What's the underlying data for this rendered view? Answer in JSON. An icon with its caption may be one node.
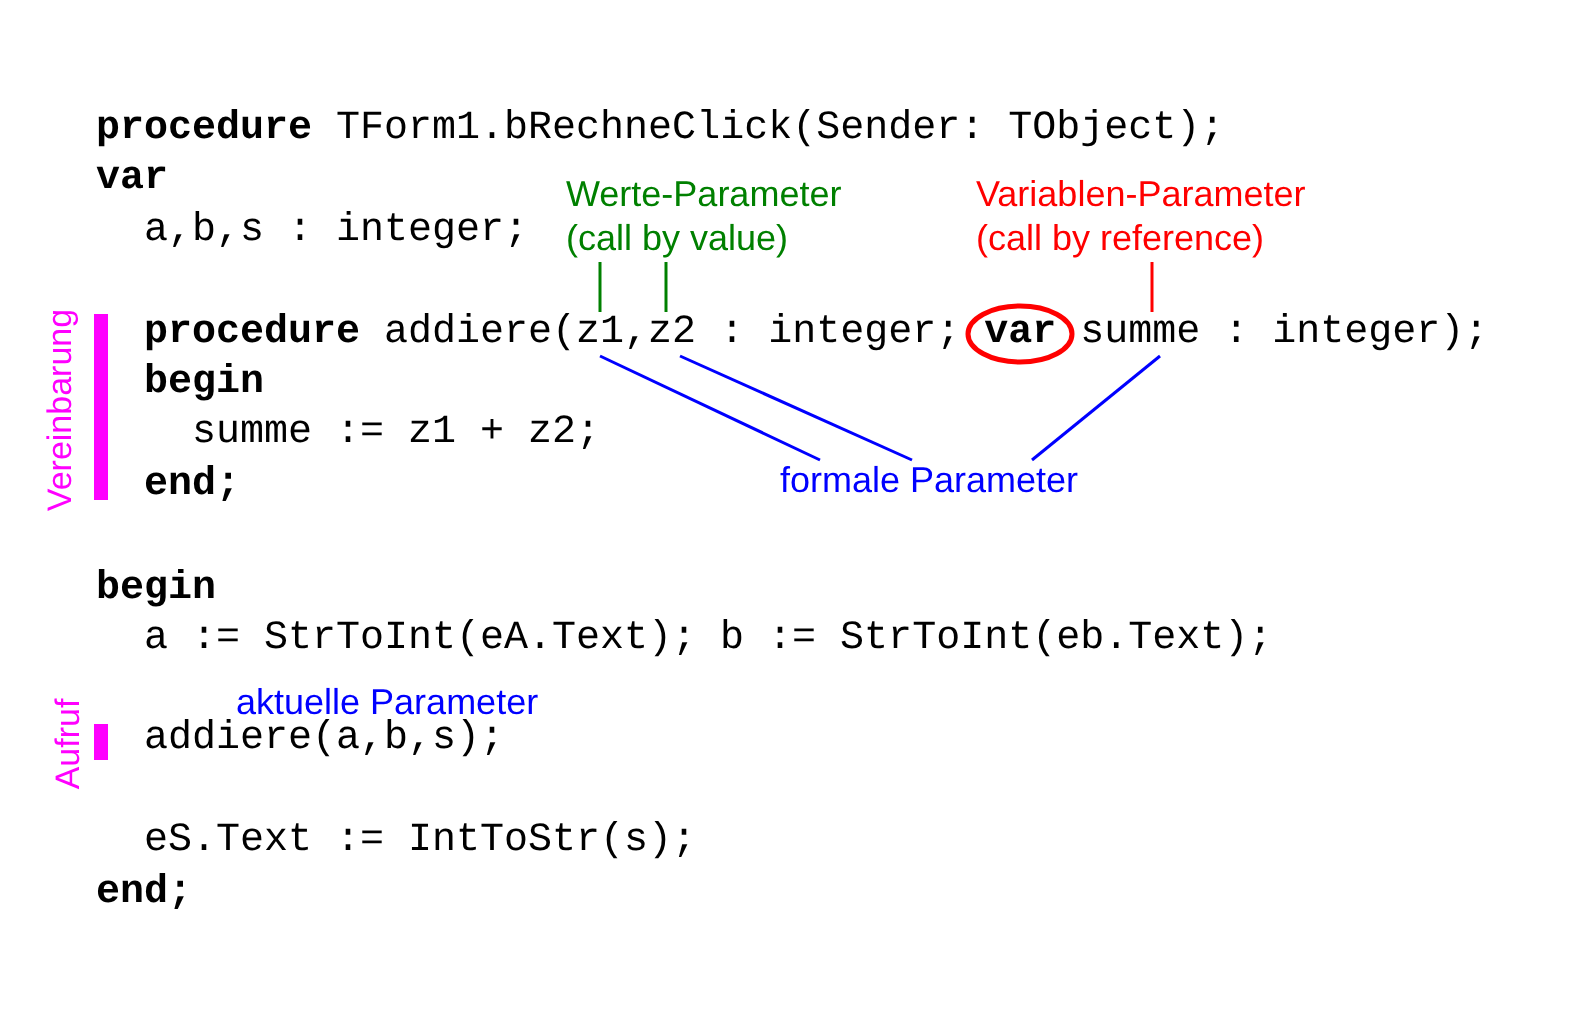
{
  "diagram": {
    "nodes": [
      {
        "text": [
          "Werte-Parameter (call by value)"
        ]
      },
      {
        "text": [
          "Variablen-Parameter (call by reference)"
        ]
      },
      {
        "text": [
          "**procedure** addiere(z1,z2 : integer; **var** summe : integer);"
        ]
      },
      {
        "text": [
          "formale Parameter"
        ]
      }
    ],
    "edges": [
      {
        "from": 0,
        "to": 2,
        "arrow": "none",
        "color": "#008000"
      },
      {
        "from": 0,
        "to": 2,
        "arrow": "none",
        "color": "#008000"
      },
      {
        "from": 1,
        "to": 2,
        "arrow": "none",
        "color": "#ff0000"
      },
      {
        "from": 3,
        "to": 2,
        "arrow": "none"
      },
      {
        "from": 3,
        "to": 2,
        "arrow": "none"
      },
      {
        "from": 3,
        "to": 2,
        "arrow": "none"
      }
    ],
    "labels": [
      "**procedure** TForm1.bRechneClick(Sender: TObject);",
      "var",
      "a,b,s : integer;",
      "Vereinbarung",
      "begin",
      "summe := z1 + z2;",
      "end;",
      "begin",
      "a := StrToInt(eA.Text); b := StrToInt(eb.Text);",
      "aktuelle Parameter",
      "Aufruf",
      "addiere(a,b,s);",
      "eS.Text := IntToStr(s);",
      "end;"
    ]
  }
}
